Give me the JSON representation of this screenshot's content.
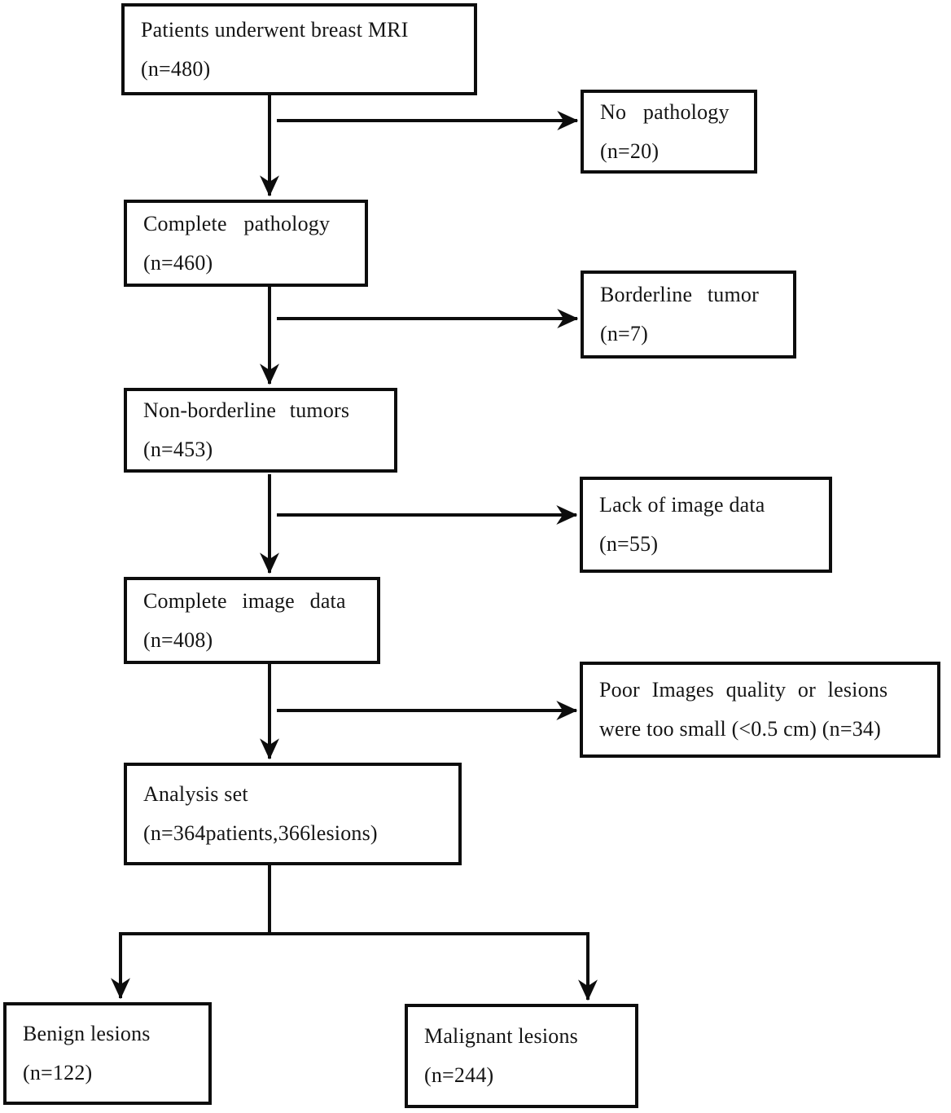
{
  "diagram": {
    "type": "flowchart",
    "colors": {
      "line": "#0d0d0d",
      "background": "#ffffff",
      "text": "#151515"
    },
    "main_flow": [
      {
        "id": "patients-underwent-mri",
        "line1": "Patients underwent breast MRI",
        "line2": "(n=480)"
      },
      {
        "id": "complete-pathology",
        "line1": "Complete pathology",
        "line2": "(n=460)"
      },
      {
        "id": "non-borderline-tumors",
        "line1": "Non-borderline tumors",
        "line2": "(n=453)"
      },
      {
        "id": "complete-image-data",
        "line1": "Complete image data",
        "line2": "(n=408)"
      },
      {
        "id": "analysis-set",
        "line1": "Analysis set",
        "line2": "(n=364patients,366lesions)"
      }
    ],
    "exclusions": [
      {
        "id": "no-pathology",
        "line1": "No pathology",
        "line2": "(n=20)"
      },
      {
        "id": "borderline-tumor",
        "line1": "Borderline tumor",
        "line2": "(n=7)"
      },
      {
        "id": "lack-of-image-data",
        "line1": "Lack of image data",
        "line2": "(n=55)"
      },
      {
        "id": "poor-image-quality",
        "line1": "Poor Images quality or lesions",
        "line2": "were too small (<0.5 cm) (n=34)"
      }
    ],
    "outcomes": [
      {
        "id": "benign-lesions",
        "line1": "Benign lesions",
        "line2": "(n=122)"
      },
      {
        "id": "malignant-lesions",
        "line1": "Malignant lesions",
        "line2": "(n=244)"
      }
    ]
  }
}
